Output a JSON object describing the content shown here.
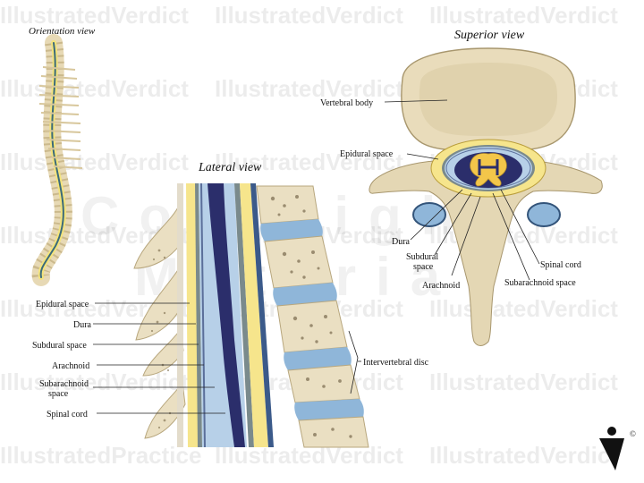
{
  "titles": {
    "orientation": "Orientation view",
    "lateral": "Lateral view",
    "superior": "Superior view"
  },
  "lateral_labels": {
    "epidural": "Epidural space",
    "dura": "Dura",
    "subdural": "Subdural space",
    "arachnoid": "Arachnoid",
    "subarachnoid_1": "Subarachnoid",
    "subarachnoid_2": "space",
    "spinal_cord": "Spinal cord",
    "disc": "Intervertebral disc"
  },
  "superior_labels": {
    "vertebral_body": "Vertebral body",
    "epidural": "Epidural space",
    "dura": "Dura",
    "subdural_1": "Subdural",
    "subdural_2": "space",
    "arachnoid": "Arachnoid",
    "spinal_cord": "Spinal cord",
    "subarachnoid": "Subarachnoid space"
  },
  "watermark": {
    "text": "IllustratedVerdict",
    "alt_text": "IllustratedPractice",
    "big_1": "Copyright",
    "big_2": "Materia"
  },
  "logo": {
    "copyright": "©"
  },
  "colors": {
    "bone": "#efe6cf",
    "bone_shade": "#cdbf9a",
    "disc": "#8fb6d9",
    "fat": "#f6e58c",
    "dura": "#7a8a8c",
    "cord": "#2b2e6b",
    "csf": "#b7d0e8",
    "grey_matter": "#f3c64a"
  }
}
